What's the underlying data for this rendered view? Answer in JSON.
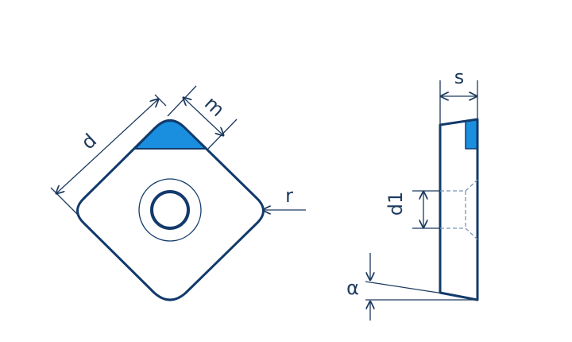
{
  "labels": {
    "d": "d",
    "m": "m",
    "r": "r",
    "s": "s",
    "d1": "d1",
    "alpha": "α"
  },
  "colors": {
    "outline": "#123a6b",
    "dim_line": "#1c3a5e",
    "hidden_line": "#7a96b4",
    "cutting_tip": "#1a8fe0",
    "background": "#ffffff"
  }
}
